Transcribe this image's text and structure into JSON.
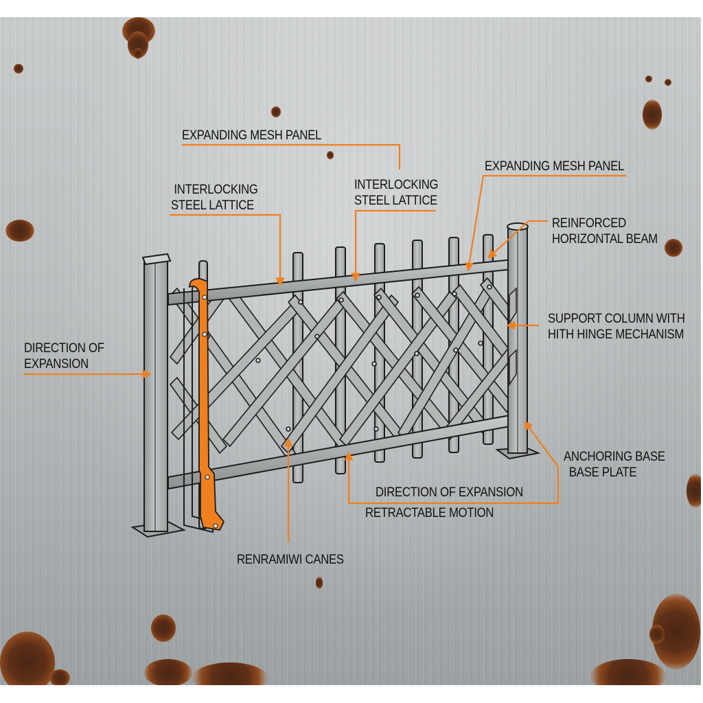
{
  "diagram": {
    "subject": "retractable expanding lattice fence",
    "background": "weathered steel plate with rust",
    "accent_color": "#f07f1e",
    "steel_color": "#a9acad",
    "outline_color": "#1c1c1c",
    "labels": [
      {
        "id": "expanding-mesh-panel-top",
        "lines": [
          "EXPANDING MESH PANEL"
        ]
      },
      {
        "id": "interlocking-lattice-left",
        "lines": [
          "INTERLOCKING",
          "STEEL LATTICE"
        ]
      },
      {
        "id": "interlocking-lattice-center",
        "lines": [
          "INTERLOCKING",
          "STEEL LATTICE"
        ]
      },
      {
        "id": "expanding-mesh-panel-right",
        "lines": [
          "EXPANDING MESH PANEL"
        ]
      },
      {
        "id": "reinforced-beam",
        "lines": [
          "REINFORCED",
          "HORIZONTAL BEAM"
        ]
      },
      {
        "id": "support-column",
        "lines": [
          "SUPPORT COLUMN WITH",
          "HITH HINGE MECHANISM"
        ]
      },
      {
        "id": "direction-left",
        "lines": [
          "DIRECTION OF",
          "EXPANSION"
        ]
      },
      {
        "id": "anchoring-base",
        "lines": [
          "ANCHORING BASE",
          "BASE PLATE"
        ]
      },
      {
        "id": "direction-bottom",
        "lines": [
          "DIRECTION OF EXPANSION"
        ]
      },
      {
        "id": "retractable-motion",
        "lines": [
          "RETRACTABLE MOTION"
        ]
      },
      {
        "id": "canes",
        "lines": [
          "RENRAMIWI CANES"
        ]
      }
    ]
  }
}
